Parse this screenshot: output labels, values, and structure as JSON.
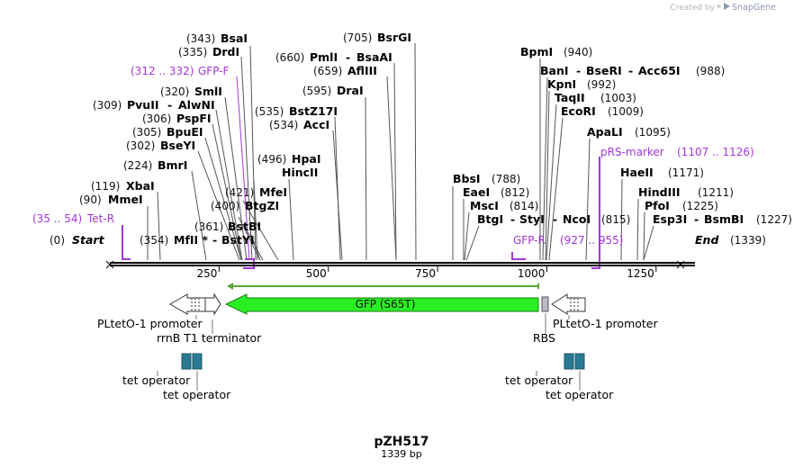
{
  "credit": {
    "prefix": "Created by",
    "brand": "SnapGene",
    "logo_icon": "snapgene-logo-icon"
  },
  "plasmid": {
    "name": "pZH517",
    "length_label": "1339 bp",
    "length": 1339
  },
  "scale": {
    "start": 0,
    "end": 1339,
    "ticks": [
      250,
      500,
      750,
      1000,
      1250
    ]
  },
  "ends": {
    "start": {
      "pos": "(0)",
      "name": "Start"
    },
    "end": {
      "name": "End",
      "pos": "(1339)"
    }
  },
  "sites": [
    {
      "pos": "(343)",
      "name": "BsaI",
      "site": 343
    },
    {
      "pos": "(335)",
      "name": "DrdI",
      "site": 335
    },
    {
      "pos": "(320)",
      "name": "SmlI",
      "site": 320
    },
    {
      "pos": "(309)",
      "name": "PvuII",
      "name2": "AlwNI",
      "site": 309
    },
    {
      "pos": "(306)",
      "name": "PspFI",
      "site": 306
    },
    {
      "pos": "(305)",
      "name": "BpuEI",
      "site": 305
    },
    {
      "pos": "(302)",
      "name": "BseYI",
      "site": 302
    },
    {
      "pos": "(224)",
      "name": "BmrI",
      "site": 224
    },
    {
      "pos": "(119)",
      "name": "XbaI",
      "site": 119
    },
    {
      "pos": "(90)",
      "name": "MmeI",
      "site": 90
    },
    {
      "pos": "(354)",
      "name": "MfII *",
      "name2": "BstYI",
      "site": 354
    },
    {
      "pos": "(361)",
      "name": "BstBI",
      "site": 361
    },
    {
      "pos": "(400)",
      "name": "BtgZI",
      "site": 400
    },
    {
      "pos": "(421)",
      "name": "MfeI",
      "site": 421
    },
    {
      "pos": "(496)",
      "name": "HpaI",
      "name2": "HincII",
      "site": 496
    },
    {
      "pos": "(535)",
      "name": "BstZ17I",
      "site": 535
    },
    {
      "pos": "(534)",
      "name": "AccI",
      "site": 534
    },
    {
      "pos": "(595)",
      "name": "DraI",
      "site": 595
    },
    {
      "pos": "(660)",
      "name": "PmlI",
      "name2": "BsaAI",
      "site": 660
    },
    {
      "pos": "(659)",
      "name": "AflIII",
      "site": 659
    },
    {
      "pos": "(705)",
      "name": "BsrGI",
      "site": 705
    },
    {
      "pos": "(788)",
      "name": "BbsI",
      "site": 788
    },
    {
      "pos": "(812)",
      "name": "EaeI",
      "site": 812
    },
    {
      "pos": "(814)",
      "name": "MscI",
      "site": 814
    },
    {
      "pos": "(815)",
      "name": "BtgI",
      "name2": "StyI",
      "name3": "NcoI",
      "site": 815
    },
    {
      "pos": "(940)",
      "name": "BpmI",
      "site": 940
    },
    {
      "pos": "(988)",
      "name": "BanI",
      "name2": "BseRI",
      "name3": "Acc65I",
      "site": 988
    },
    {
      "pos": "(992)",
      "name": "KpnI",
      "site": 992
    },
    {
      "pos": "(1003)",
      "name": "TaqII",
      "site": 1003
    },
    {
      "pos": "(1009)",
      "name": "EcoRI",
      "site": 1009
    },
    {
      "pos": "(1095)",
      "name": "ApaLI",
      "site": 1095
    },
    {
      "pos": "(1171)",
      "name": "HaeII",
      "site": 1171
    },
    {
      "pos": "(1211)",
      "name": "HindIII",
      "site": 1211
    },
    {
      "pos": "(1225)",
      "name": "PfoI",
      "site": 1225
    },
    {
      "pos": "(1227)",
      "name": "Esp3I",
      "name2": "BsmBI",
      "site": 1227
    }
  ],
  "primers": [
    {
      "range": "(312 .. 332)",
      "name": "GFP-F",
      "from": 312,
      "to": 332
    },
    {
      "range": "(35 .. 54)",
      "name": "Tet-R",
      "from": 35,
      "to": 54
    },
    {
      "name": "GFP-R",
      "range": "(927 .. 955)",
      "from": 927,
      "to": 955
    },
    {
      "name": "pRS-marker",
      "range": "(1107 .. 1126)",
      "from": 1107,
      "to": 1126
    }
  ],
  "features": {
    "gfp": {
      "label": "GFP (S65T)",
      "from": 268,
      "to": 1005,
      "color": "#2af023"
    },
    "rbs": {
      "label": "RBS"
    },
    "promoter_left": {
      "label": "PLtetO-1 promoter"
    },
    "terminator": {
      "label": "rrnB T1 terminator"
    },
    "promoter_right": {
      "label": "PLtetO-1 promoter"
    },
    "tet_left_1": {
      "label": "tet operator"
    },
    "tet_left_2": {
      "label": "tet operator"
    },
    "tet_right_1": {
      "label": "tet operator"
    },
    "tet_right_2": {
      "label": "tet operator"
    }
  },
  "colors": {
    "primer": "#a238d6",
    "operator": "#2a7a94",
    "orf_line": "#5aa832",
    "gfp": "#2af023"
  }
}
